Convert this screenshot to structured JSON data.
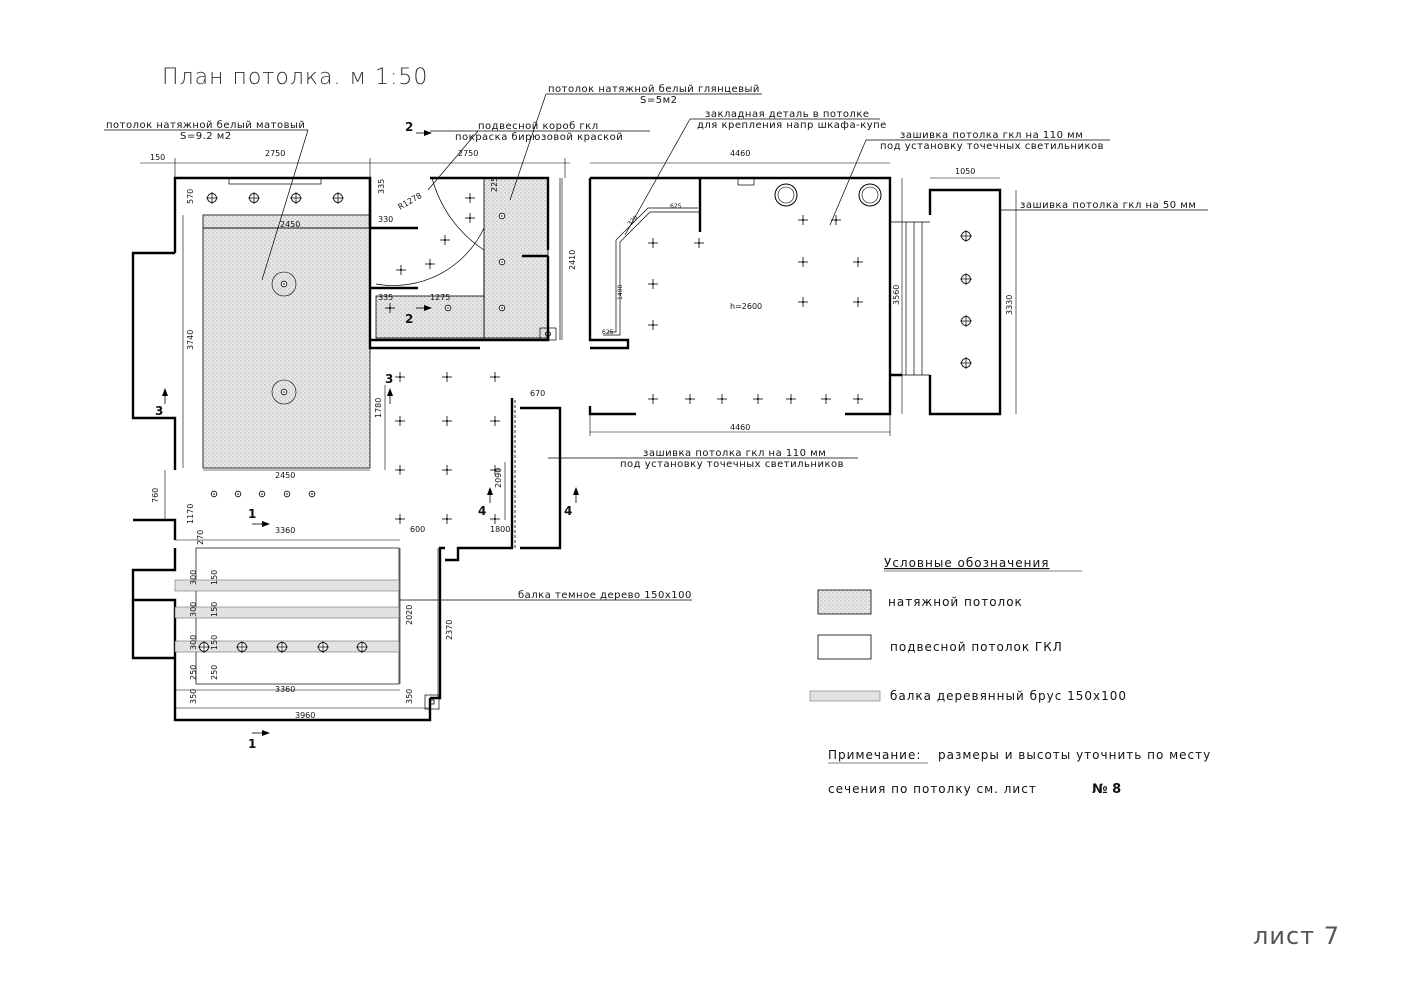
{
  "title": "План потолка. м 1:50",
  "sheet_label": "лист 7",
  "notes": {
    "matte_ceiling": "потолок натяжной белый матовый",
    "matte_area": "S=9.2 м2",
    "gloss_ceiling": "потолок натяжной белый глянцевый",
    "gloss_area": "S=5м2",
    "gkl_box": "подвесной короб гкл",
    "gkl_box_paint": "покраска бирюзовой краской",
    "embedded_part": "закладная деталь в потолке",
    "embedded_part_2": "для крепления напр шкафа-купе",
    "hem_110_top": "зашивка потолка гкл на 110 мм",
    "hem_110_top_2": "под установку точечных светильников",
    "hem_50": "зашивка потолка гкл на 50 мм",
    "hem_110_mid": "зашивка потолка гкл на 110 мм",
    "hem_110_mid_2": "под установку точечных светильников",
    "beam": "балка темное дерево 150х100",
    "height": "h=2600"
  },
  "dimensions": {
    "d150": "150",
    "d2750a": "2750",
    "d2750b": "2750",
    "d4460a": "4460",
    "d4460b": "4460",
    "d1050": "1050",
    "d570": "570",
    "d2450a": "2450",
    "d2450b": "2450",
    "d3740": "3740",
    "d1780": "1780",
    "d760": "760",
    "d1170": "1170",
    "d335a": "335",
    "d330": "330",
    "dR1278": "R1278",
    "d335b": "335",
    "d1275": "1275",
    "d225": "225",
    "d2410": "2410",
    "d3560": "3560",
    "d3330": "3330",
    "d670": "670",
    "d2090": "2090",
    "d600": "600",
    "d1800": "1800",
    "d3360a": "3360",
    "d3360b": "3360",
    "d3960": "3960",
    "d270": "270",
    "d2020": "2020",
    "d2370": "2370",
    "d150r1": "150",
    "d150r2": "150",
    "d150r3": "150",
    "d300r1": "300",
    "d300r2": "300",
    "d300r3": "300",
    "d250a": "250",
    "d250b": "250",
    "d350a": "350",
    "d350b": "350",
    "d320": "320",
    "d625a": "625",
    "d625b": "625",
    "d1490": "1490"
  },
  "sections": {
    "s1": "1",
    "s2": "2",
    "s3": "3",
    "s4": "4"
  },
  "legend": {
    "title": "Условные обозначения",
    "stretch": "натяжной потолок",
    "gkl": "подвесной потолок ГКЛ",
    "beam": "балка деревянный брус 150х100"
  },
  "remark": {
    "label": "Примечание:",
    "text": "размеры и высоты уточнить по месту",
    "ref": "сечения по потолку см. лист",
    "sheet_no": "№ 8"
  }
}
